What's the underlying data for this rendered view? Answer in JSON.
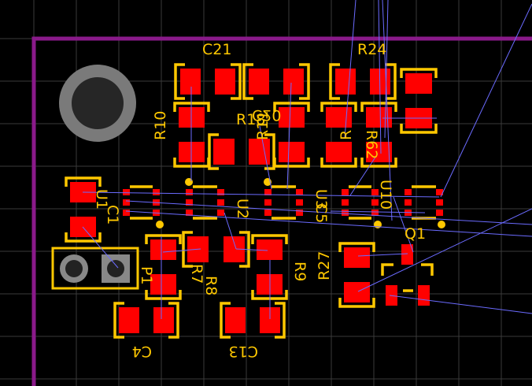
{
  "colors": {
    "background": "#000000",
    "grid": "#3a3a3a",
    "board_outline": "#8a1a8a",
    "silkscreen": "#ffc800",
    "pad": "#ff0000",
    "ratsnest": "#6b6bff",
    "mount_hole_ring": "#7a7a7a",
    "mount_hole_center": "#262626",
    "connector_pad": "#888888"
  },
  "labels": {
    "c21": "C21",
    "r24": "R24",
    "r10": "R10",
    "r18": "R18",
    "r11": "R11",
    "c20": "C20",
    "r": "R",
    "r62": "R62",
    "u1": "U1",
    "c1": "C1",
    "u2": "U2",
    "u3": "U3",
    "c5": "C5",
    "u10": "U10",
    "q1": "Q1",
    "p1": "P1",
    "r7": "R7",
    "r8": "R8",
    "r9": "R9",
    "r27": "R27",
    "c4": "C4",
    "c13": "C13"
  }
}
